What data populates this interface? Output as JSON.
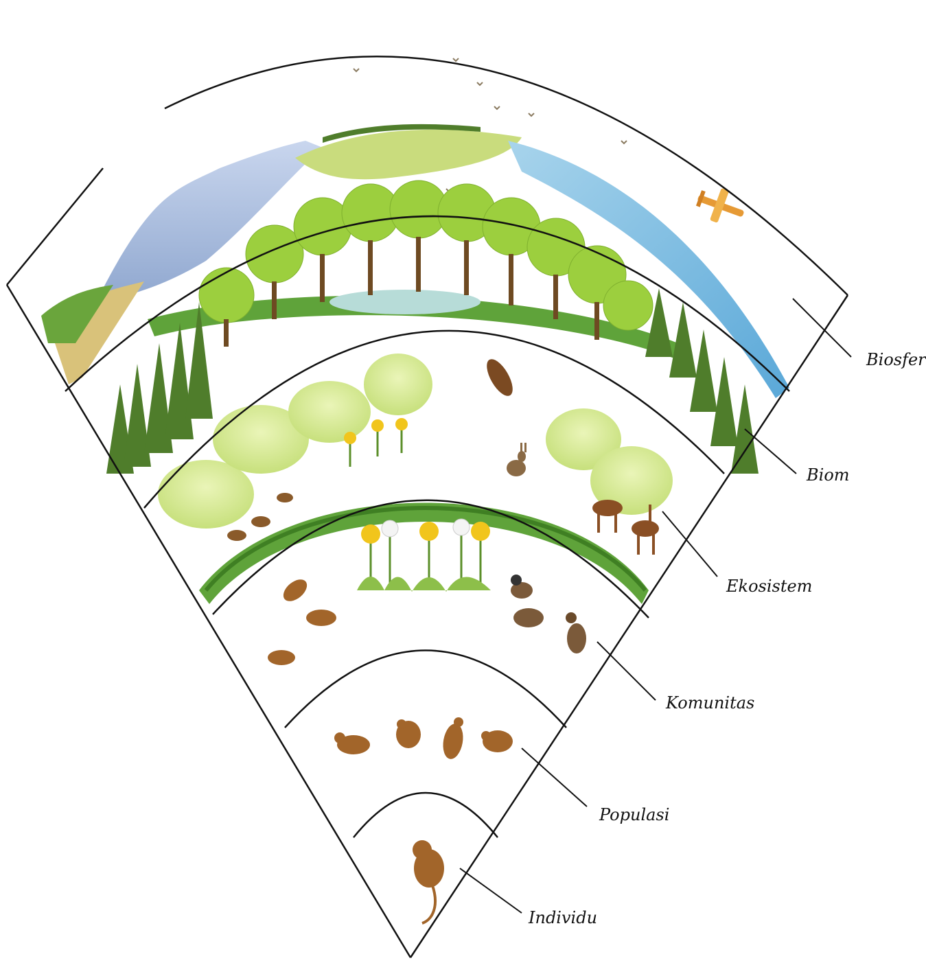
{
  "diagram": {
    "levels": [
      {
        "key": "individu",
        "label": "Individu"
      },
      {
        "key": "populasi",
        "label": "Populasi"
      },
      {
        "key": "komunitas",
        "label": "Komunitas"
      },
      {
        "key": "ekosistem",
        "label": "Ekosistem"
      },
      {
        "key": "biom",
        "label": "Biom"
      },
      {
        "key": "biosfer",
        "label": "Biosfer"
      }
    ]
  },
  "colors": {
    "ground_green": "#5fa33a",
    "tree_green": "#9ccf3e",
    "conifer_green": "#4f7d2b",
    "water_blue": "#6cb4dc",
    "mountain": "#a9bfdc",
    "rodent_brown": "#a2652a",
    "flower_yellow": "#f1c51c",
    "sand": "#d9c27a"
  }
}
